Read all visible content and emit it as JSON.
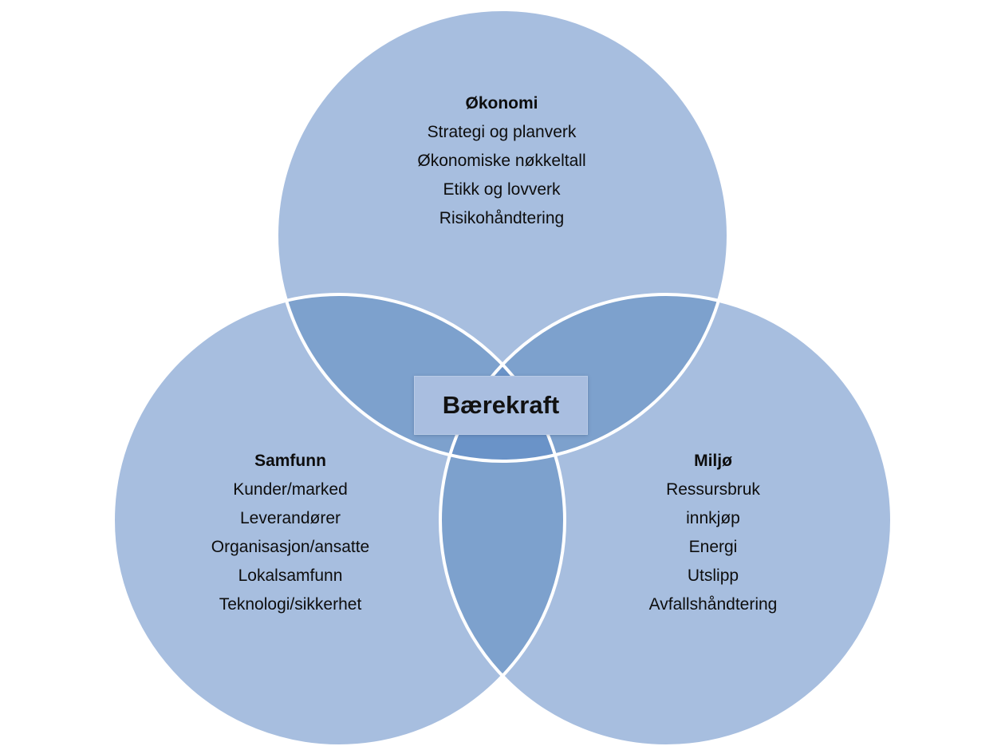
{
  "colors": {
    "circle_fill": "#a7bedf",
    "overlap_fill": "#7da1cd",
    "triple_overlap_fill": "#6a93c8",
    "circle_stroke": "#ffffff",
    "center_box_fill": "#a9bee0"
  },
  "center": {
    "label": "Bærekraft"
  },
  "circles": {
    "okonomi": {
      "title": "Økonomi",
      "items": [
        "Strategi og planverk",
        "Økonomiske nøkkeltall",
        "Etikk og lovverk",
        "Risikohåndtering"
      ]
    },
    "samfunn": {
      "title": "Samfunn",
      "items": [
        "Kunder/marked",
        "Leverandører",
        "Organisasjon/ansatte",
        "Lokalsamfunn",
        "Teknologi/sikkerhet"
      ]
    },
    "miljo": {
      "title": "Miljø",
      "items": [
        "Ressursbruk",
        "innkjøp",
        "Energi",
        "Utslipp",
        "Avfallshåndtering"
      ]
    }
  }
}
